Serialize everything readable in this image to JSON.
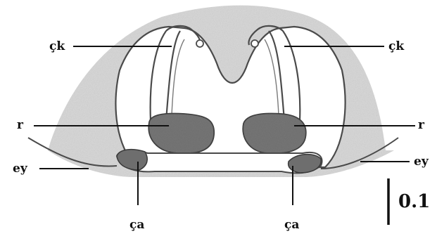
{
  "figure": {
    "labels": {
      "ck_left": "çk",
      "ck_right": "çk",
      "r_left": "r",
      "r_right": "r",
      "ey_left": "ey",
      "ey_right": "ey",
      "ca_left": "ça",
      "ca_right": "ça"
    },
    "scale_bar": {
      "label": "0.1"
    },
    "colors": {
      "outline": "#4a4a4a",
      "stipple_background": "#cfcfcf",
      "receptacle_fill": "#6e6e6e",
      "leader_line": "#111111"
    }
  }
}
